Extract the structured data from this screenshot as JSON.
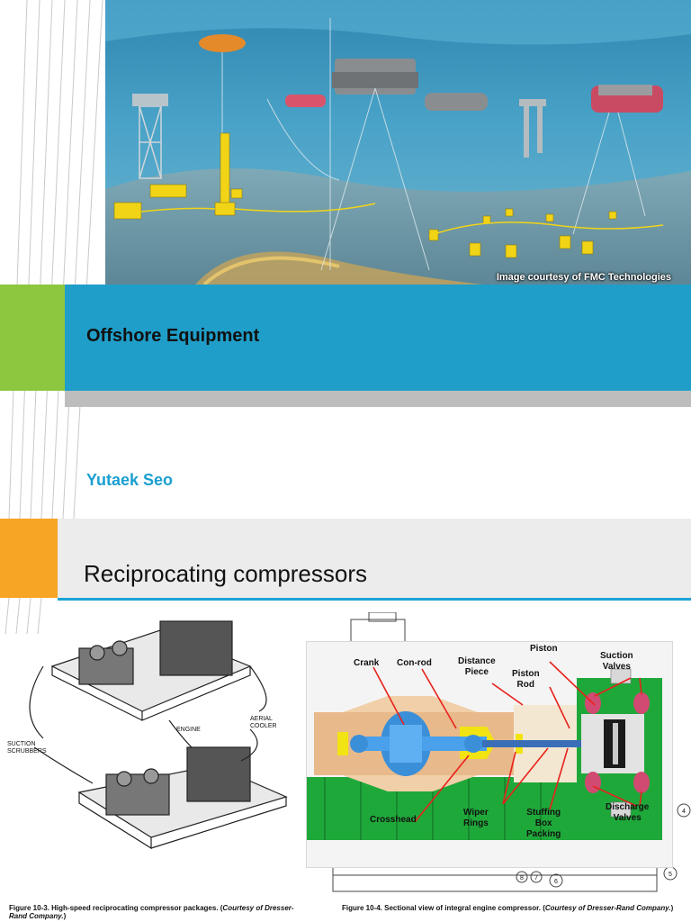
{
  "slide1": {
    "hero_credit": "Image courtesy of FMC Technologies",
    "title": "Offshore Equipment",
    "author": "Yutaek Seo",
    "colors": {
      "accent_green": "#8dc63f",
      "band_blue": "#1f9ec9",
      "author_blue": "#1a9fd0",
      "sea": "#3d93b8"
    }
  },
  "slide2": {
    "title": "Reciprocating compressors",
    "left_figure": {
      "labels": {
        "suction_scrubbers": "SUCTION\nSCRUBBERS",
        "engine": "ENGINE",
        "aerial_cooler": "AERIAL\nCOOLER"
      },
      "caption_figure": "Figure 10-3.",
      "caption_text": "High-speed reciprocating compressor packages. (",
      "caption_credit": "Courtesy of Dresser-Rand Company.",
      "caption_close": ")"
    },
    "right_figure": {
      "labels": {
        "crank": "Crank",
        "con_rod": "Con-rod",
        "distance_piece": "Distance\nPiece",
        "piston": "Piston",
        "piston_rod": "Piston\nRod",
        "suction_valves": "Suction\nValves",
        "crosshead": "Crosshead",
        "wiper_rings": "Wiper\nRings",
        "stuffing_box_packing": "Stuffing\nBox\nPacking",
        "discharge_valves": "Discharge\nValves"
      },
      "callouts": [
        "4",
        "5",
        "6",
        "7",
        "8"
      ],
      "caption_figure": "Figure 10-4.",
      "caption_text": "Sectional view of integral engine compressor. (",
      "caption_credit": "Courtesy of Dresser-Rand Company.",
      "caption_close": ")"
    },
    "colors": {
      "accent_orange": "#f6a524",
      "rule_blue": "#1aa3d6",
      "diagram_green": "#1fa83a",
      "diagram_tan": "#e8b98a",
      "diagram_blue": "#3a8fd8",
      "arrow_red": "#e8221b"
    }
  }
}
